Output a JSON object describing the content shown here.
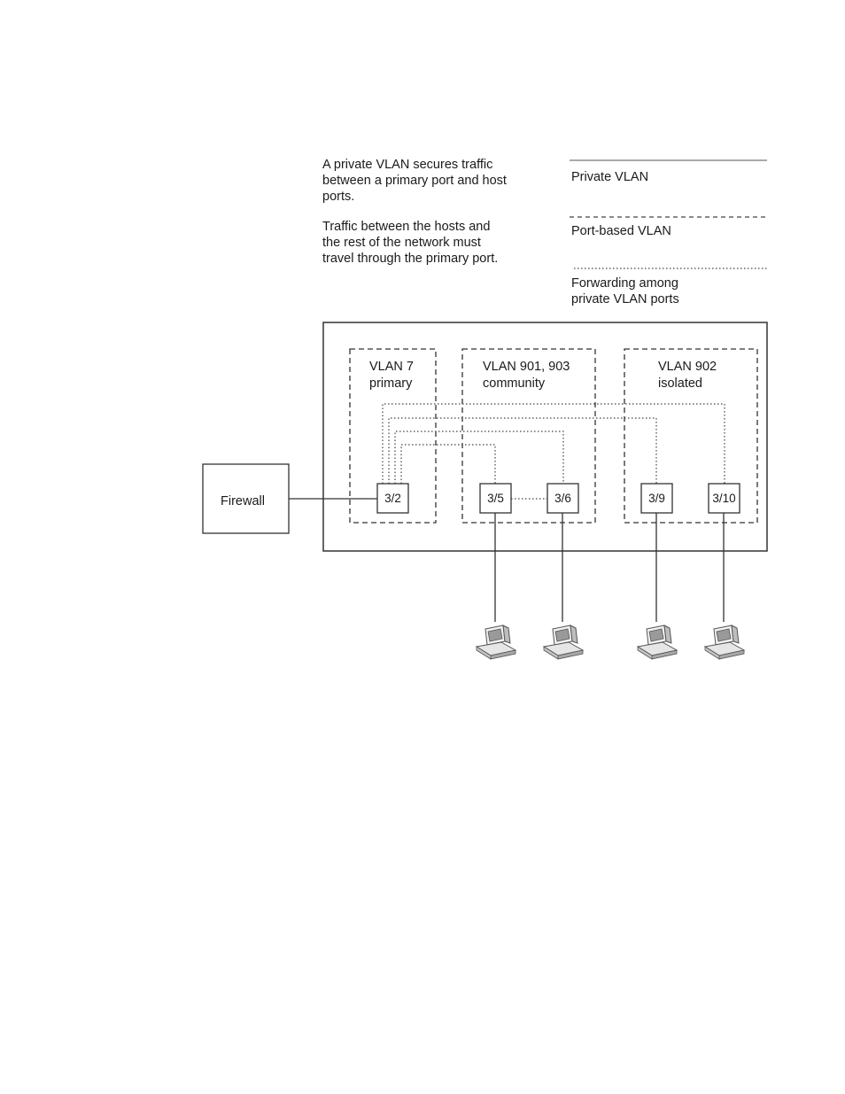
{
  "description": {
    "para1": "A private VLAN secures traffic\nbetween a primary port and host\nports.",
    "para2": "Traffic between the hosts and\nthe rest of the network must\ntravel through the primary port."
  },
  "legend": {
    "private_vlan": "Private VLAN",
    "port_based_vlan": "Port-based VLAN",
    "forwarding": "Forwarding among\nprivate VLAN ports"
  },
  "firewall": {
    "label": "Firewall"
  },
  "vlans": [
    {
      "name": "VLAN 7",
      "type": "primary"
    },
    {
      "name": "VLAN 901, 903",
      "type": "community"
    },
    {
      "name": "VLAN 902",
      "type": "isolated"
    }
  ],
  "ports": [
    "3/2",
    "3/5",
    "3/6",
    "3/9",
    "3/10"
  ],
  "hosts": [
    "pc-icon",
    "pc-icon",
    "pc-icon",
    "pc-icon"
  ]
}
